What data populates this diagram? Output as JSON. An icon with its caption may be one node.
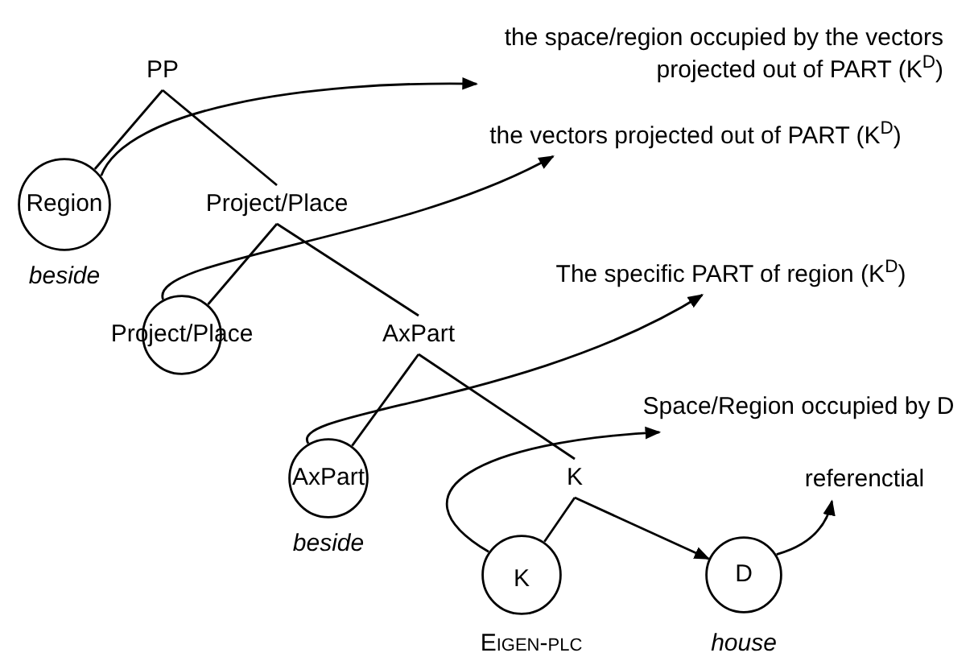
{
  "diagram": {
    "nodes": [
      {
        "text": [
          "PP"
        ]
      },
      {
        "text": [
          "Region"
        ],
        "beside": [
          "beside"
        ]
      },
      {
        "text": [
          "Project/Place"
        ]
      },
      {
        "text": [
          "Project/Place"
        ]
      },
      {
        "text": [
          "AxPart"
        ]
      },
      {
        "text": [
          "AxPart"
        ],
        "beside": [
          "beside"
        ]
      },
      {
        "text": [
          "K"
        ]
      },
      {
        "text": [
          "K"
        ],
        "beside": [
          "Eigen-plc"
        ]
      },
      {
        "text": [
          "D"
        ],
        "beside": [
          "house"
        ]
      },
      {
        "text": [
          "the space/region occupied by the vectors projected out of PART (K$^{D}$)"
        ]
      },
      {
        "text": [
          "the vectors projected out of PART (K$^{D}$)"
        ]
      },
      {
        "text": [
          "The specific PART of region (K$^{D}$)"
        ]
      },
      {
        "text": [
          "Space/Region occupied by D"
        ]
      },
      {
        "text": [
          "referenctial"
        ]
      }
    ],
    "edges": [
      {
        "from": 0,
        "to": 1,
        "arrow": "none"
      },
      {
        "from": 0,
        "to": 2,
        "arrow": "none"
      },
      {
        "from": 1,
        "to": 9,
        "arrow": "to"
      },
      {
        "from": 2,
        "to": 3,
        "arrow": "none"
      },
      {
        "from": 2,
        "to": 4,
        "arrow": "none"
      },
      {
        "from": 3,
        "to": 10,
        "arrow": "to"
      },
      {
        "from": 4,
        "to": 5,
        "arrow": "none"
      },
      {
        "from": 4,
        "to": 6,
        "arrow": "none"
      },
      {
        "from": 5,
        "to": 11,
        "arrow": "to"
      },
      {
        "from": 6,
        "to": 7,
        "arrow": "none"
      },
      {
        "from": 6,
        "to": 8,
        "arrow": "to"
      },
      {
        "from": 7,
        "to": 12,
        "arrow": "to"
      },
      {
        "from": 8,
        "to": 13,
        "arrow": "to"
      }
    ]
  }
}
